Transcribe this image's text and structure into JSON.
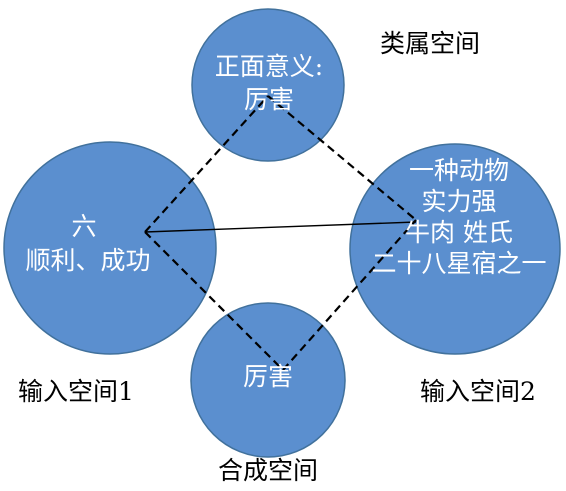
{
  "colors": {
    "circle_fill": "#5b8fcf",
    "circle_stroke": "#41719c",
    "connector": "#000000",
    "circle_text": "#ffffff",
    "label_text": "#000000"
  },
  "spaces": {
    "generic": {
      "label": "类属空间",
      "lines": [
        "正面意义:",
        "厉害"
      ]
    },
    "input1": {
      "label": "输入空间1",
      "lines": [
        "六",
        "顺利、成功"
      ]
    },
    "input2": {
      "label": "输入空间2",
      "lines": [
        "一种动物",
        "实力强",
        "牛肉 姓氏",
        "二十八星宿之一"
      ]
    },
    "blend": {
      "label": "合成空间",
      "lines": [
        "厉害"
      ]
    }
  }
}
